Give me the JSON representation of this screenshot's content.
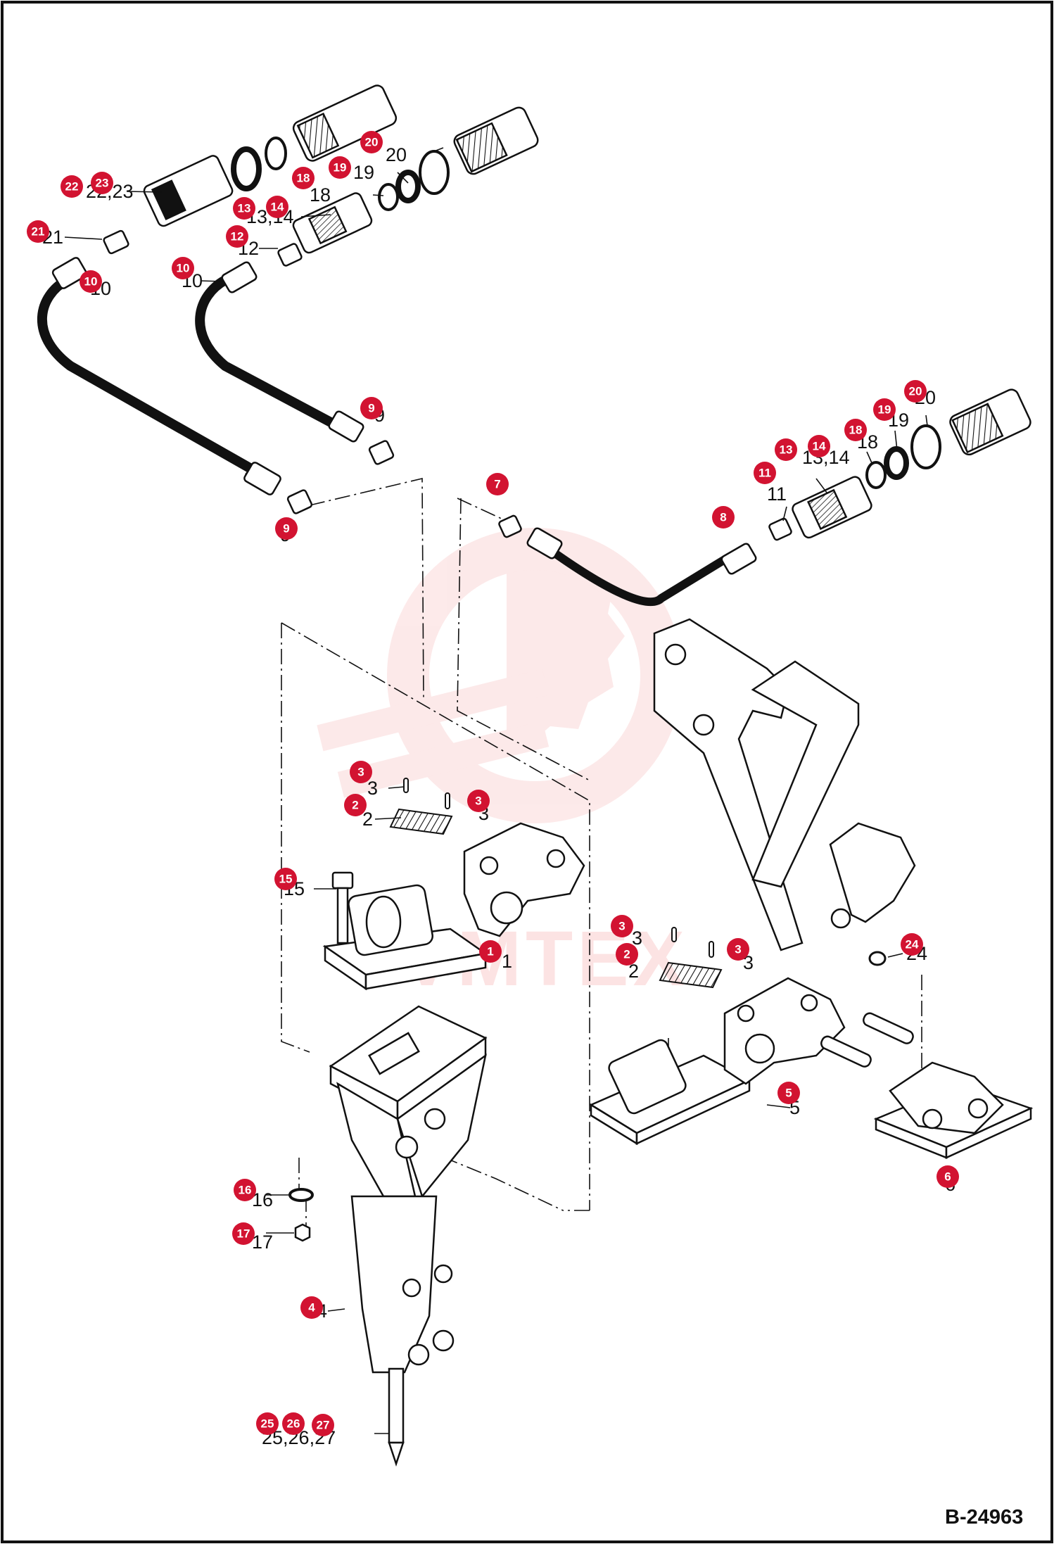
{
  "drawing": {
    "id": "B-24963"
  },
  "watermark": {
    "text": "VMTEX",
    "color": "#ef5a5a"
  },
  "colors": {
    "badge": "#d21331",
    "line": "#111111",
    "hose": "#111111"
  },
  "callouts": [
    "21",
    "22,23",
    "13,14",
    "12",
    "10",
    "18",
    "19",
    "20",
    "10",
    "9",
    "9",
    "11",
    "13,14",
    "18",
    "19",
    "20",
    "3",
    "2",
    "3",
    "15",
    "1",
    "3",
    "2",
    "3",
    "24",
    "5",
    "6",
    "16",
    "17",
    "4",
    "25,26,27"
  ],
  "badges": [
    "22",
    "23",
    "21",
    "10",
    "20",
    "18",
    "19",
    "13",
    "14",
    "12",
    "10",
    "9",
    "9",
    "7",
    "8",
    "20",
    "19",
    "13",
    "14",
    "18",
    "11",
    "3",
    "2",
    "3",
    "15",
    "1",
    "3",
    "2",
    "3",
    "24",
    "5",
    "6",
    "16",
    "17",
    "4",
    "25",
    "26",
    "27"
  ]
}
